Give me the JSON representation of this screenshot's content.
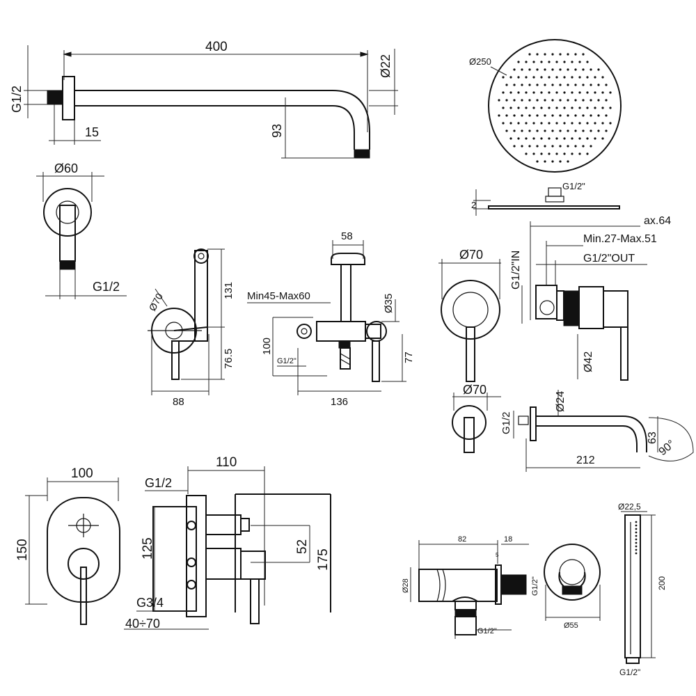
{
  "shower_arm": {
    "length": "400",
    "diameter": "Ø22",
    "thread": "G1/2",
    "flange_depth": "15",
    "drop": "93"
  },
  "arm_end_view": {
    "flange_diameter": "Ø60",
    "thread": "G1/2"
  },
  "shower_head": {
    "diameter": "Ø250",
    "thread": "G1/2\"",
    "thickness": "2"
  },
  "bidet_spray": {
    "flange": "Ø70",
    "height_top": "131",
    "height_lower": "76.5",
    "width": "88",
    "projection": "Min45-Max60",
    "head_width": "58",
    "head_diameter": "Ø35",
    "total_height": "100",
    "thread": "G1/2\"",
    "spray_height": "77",
    "total_width": "136"
  },
  "diverter": {
    "flange": "Ø70",
    "thread_in": "G1/2\"IN",
    "ax": "ax.64",
    "depth_range": "Min.27-Max.51",
    "thread_out": "G1/2\"OUT",
    "body_diameter": "Ø42"
  },
  "spout": {
    "flange": "Ø70",
    "thread": "G1/2",
    "pipe_diameter": "Ø24",
    "drop": "63",
    "angle": "90°",
    "length": "212"
  },
  "mixer": {
    "plate_width": "100",
    "plate_height": "150",
    "body_depth": "110",
    "inlet": "G1/2",
    "body_height": "125",
    "outlet": "G3/4",
    "install_depth": "40÷70",
    "spacing": "52",
    "total_height": "175"
  },
  "angle_valve": {
    "length": "82",
    "nut": "18",
    "gap": "5",
    "diameter": "Ø28",
    "thread_side": "G1/2\"",
    "thread_bottom": "G1/2\""
  },
  "wall_outlet": {
    "diameter": "Ø55"
  },
  "hand_shower": {
    "diameter": "Ø22,5",
    "length": "200",
    "thread": "G1/2\""
  }
}
